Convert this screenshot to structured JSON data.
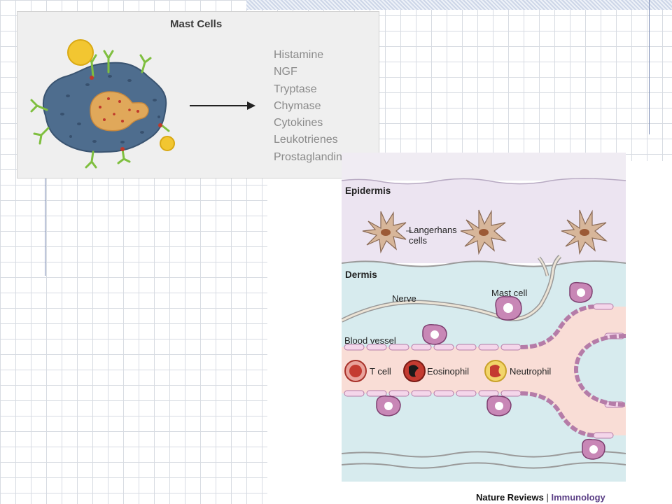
{
  "mast_panel": {
    "title": "Mast Cells",
    "mediators": [
      "Histamine",
      "NGF",
      "Tryptase",
      "Chymase",
      "Cytokines",
      "Leukotrienes",
      "Prostaglandins"
    ]
  },
  "skin_panel": {
    "labels": {
      "epidermis": "Epidermis",
      "langerhans": [
        "Langerhans",
        "cells"
      ],
      "dermis": "Dermis",
      "nerve": "Nerve",
      "mast_cell": "Mast cell",
      "blood_vessel": "Blood vessel",
      "t_cell": "T cell",
      "eosinophil": "Eosinophil",
      "neutrophil": "Neutrophil"
    },
    "credit": {
      "journal_prefix": "Nature Reviews",
      "separator": "|",
      "journal_section": "Immunology"
    }
  },
  "colors": {
    "mast_body": "#4e6d8e",
    "nucleus": "#e0a85a",
    "antigen": "#f2c631",
    "receptor": "#7fbf3f",
    "epidermis": "#ece4f1",
    "dermis": "#d7ebee",
    "vessel": "#f9ddd6",
    "granule_cell": "#b26a9e",
    "credit_accent": "#5b3f86"
  }
}
